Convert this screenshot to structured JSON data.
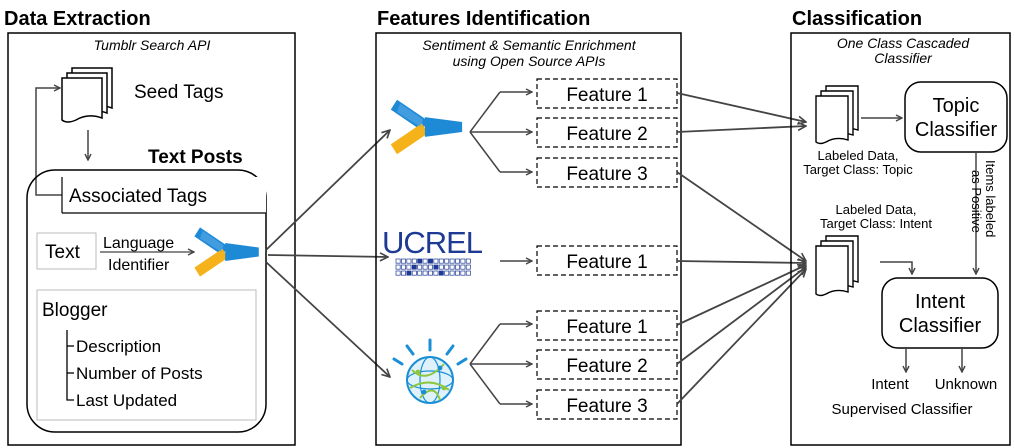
{
  "sections": {
    "extraction": {
      "title": "Data Extraction",
      "subtitle": "Tumblr Search API",
      "seed_tags": "Seed Tags",
      "text_posts": "Text Posts",
      "associated_tags": "Associated Tags",
      "text": "Text",
      "lang_line1": "Language",
      "lang_line2": "Identifier",
      "blogger": "Blogger",
      "blogger_items": [
        "Description",
        "Number of Posts",
        "Last Updated"
      ]
    },
    "features": {
      "title": "Features Identification",
      "subtitle_line1": "Sentiment & Semantic Enrichment",
      "subtitle_line2": "using Open Source APIs",
      "ucrel_logo": "UCREL",
      "group1": [
        "Feature 1",
        "Feature 2",
        "Feature 3"
      ],
      "group2": [
        "Feature 1"
      ],
      "group3": [
        "Feature 1",
        "Feature 2",
        "Feature 3"
      ]
    },
    "classification": {
      "title": "Classification",
      "subtitle_line1": "One Class Cascaded",
      "subtitle_line2": "Classifier",
      "topic_line1": "Topic",
      "topic_line2": "Classifier",
      "labeled_topic_line1": "Labeled Data,",
      "labeled_topic_line2": "Target Class: Topic",
      "items_line1": "Items labeled",
      "items_line2": "as Positive",
      "labeled_intent_line1": "Labeled Data,",
      "labeled_intent_line2": "Target Class: Intent",
      "intent_line1": "Intent",
      "intent_line2": "Classifier",
      "out_intent": "Intent",
      "out_unknown": "Unknown",
      "supervised": "Supervised Classifier"
    }
  },
  "colors": {
    "logo_yellow": "#f5b21a",
    "logo_blue": "#1e8ad6",
    "ucrel_blue": "#1f3a93",
    "watson_blue": "#1a8fd6",
    "watson_green": "#8dc63f"
  }
}
